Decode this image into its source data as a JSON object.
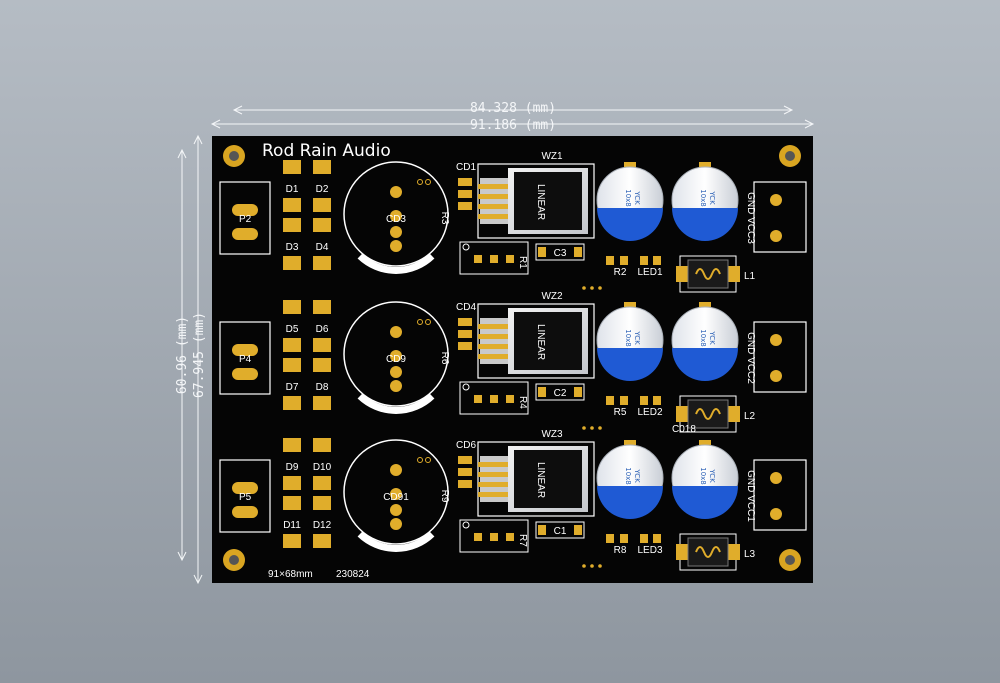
{
  "dimensions": {
    "width_inner": "84.328 (mm)",
    "width_outer": "91.186 (mm)",
    "height_inner": "60.96 (mm)",
    "height_outer": "67.945 (mm)"
  },
  "board": {
    "title": "Rod Rain Audio",
    "size_label": "91×68mm",
    "date_label": "230824"
  },
  "channels": [
    {
      "connector": "P2",
      "diodes": [
        "D1",
        "D2",
        "D3",
        "D4"
      ],
      "big_cap": "CD3",
      "resistor_big": "R3",
      "small_cap": "CD1",
      "regulator": "WZ1",
      "resistor_small": "R1",
      "cap_small": "C3",
      "resistor_led": "R2",
      "led": "LED1",
      "inductor": "L1",
      "output": "GND VCC3",
      "extra_cap": "",
      "cap_value": "10x8",
      "cap_brand": "YCK",
      "chip_brand": "LINEAR"
    },
    {
      "connector": "P4",
      "diodes": [
        "D5",
        "D6",
        "D7",
        "D8"
      ],
      "big_cap": "CD9",
      "resistor_big": "R6",
      "small_cap": "CD4",
      "regulator": "WZ2",
      "resistor_small": "R4",
      "cap_small": "C2",
      "resistor_led": "R5",
      "led": "LED2",
      "inductor": "L2",
      "output": "GND VCC2",
      "extra_cap": "C018",
      "cap_value": "10x8",
      "cap_brand": "YCK",
      "chip_brand": "LINEAR"
    },
    {
      "connector": "P5",
      "diodes": [
        "D9",
        "D10",
        "D11",
        "D12"
      ],
      "big_cap": "CD91",
      "resistor_big": "R9",
      "small_cap": "CD6",
      "regulator": "WZ3",
      "resistor_small": "R7",
      "cap_small": "C1",
      "resistor_led": "R8",
      "led": "LED3",
      "inductor": "L3",
      "output": "GND VCC1",
      "extra_cap": "",
      "cap_value": "10x8",
      "cap_brand": "YCK",
      "chip_brand": "LINEAR"
    }
  ]
}
